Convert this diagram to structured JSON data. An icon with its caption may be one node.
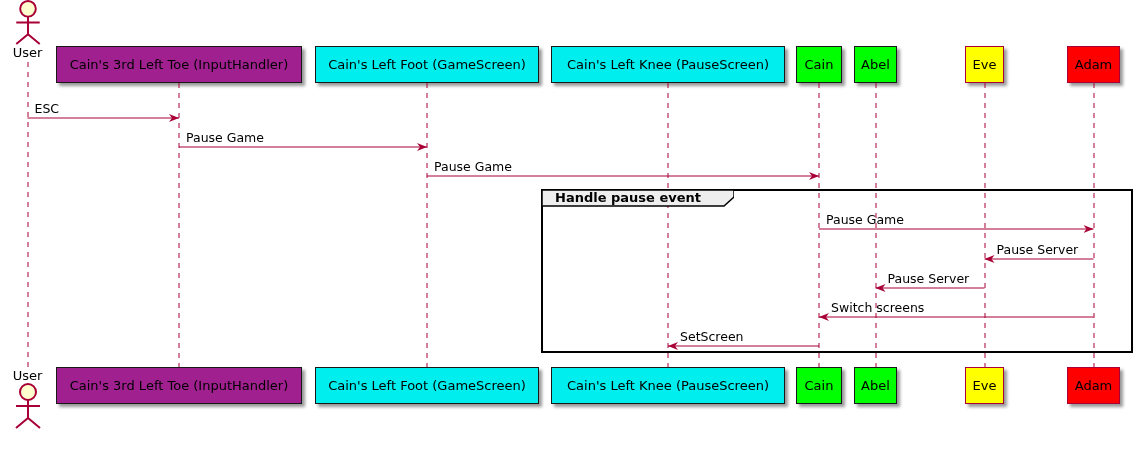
{
  "diagram": {
    "nodes": [
      {
        "text": [
          "User"
        ]
      },
      {
        "text": [
          "Cain's 3rd Left Toe (InputHandler)"
        ]
      },
      {
        "text": [
          "Cain's Left Foot (GameScreen)"
        ]
      },
      {
        "text": [
          "Cain's Left Knee (PauseScreen)"
        ]
      },
      {
        "text": [
          "Cain"
        ]
      },
      {
        "text": [
          "Abel"
        ]
      },
      {
        "text": [
          "Eve"
        ]
      },
      {
        "text": [
          "Adam"
        ]
      },
      {
        "text": [
          "Handle pause event"
        ]
      },
      {
        "text": [
          "User"
        ]
      },
      {
        "text": [
          "Cain's 3rd Left Toe (InputHandler)"
        ]
      },
      {
        "text": [
          "Cain's Left Foot (GameScreen)"
        ]
      },
      {
        "text": [
          "Cain's Left Knee (PauseScreen)"
        ]
      },
      {
        "text": [
          "Cain"
        ]
      },
      {
        "text": [
          "Abel"
        ]
      },
      {
        "text": [
          "Eve"
        ]
      },
      {
        "text": [
          "Adam"
        ]
      },
      {
        "text": [],
        "shape": "line"
      },
      {
        "text": [],
        "shape": "line"
      },
      {
        "text": [],
        "shape": "line"
      },
      {
        "text": [],
        "shape": "line"
      },
      {
        "text": [],
        "shape": "line"
      },
      {
        "text": [],
        "shape": "line"
      },
      {
        "text": [],
        "shape": "line"
      },
      {
        "text": [],
        "shape": "line"
      }
    ],
    "edges": [
      {
        "from": 17,
        "to": 18,
        "arrow": "to",
        "label": "ESC"
      },
      {
        "from": 18,
        "to": 19,
        "arrow": "to",
        "label": "Pause Game"
      },
      {
        "from": 19,
        "to": 21,
        "arrow": "to",
        "label": "Pause Game"
      },
      {
        "from": 21,
        "to": 24,
        "arrow": "to",
        "label": "Pause Game"
      },
      {
        "from": 24,
        "to": 23,
        "arrow": "to",
        "label": "Pause Server"
      },
      {
        "from": 23,
        "to": 22,
        "arrow": "to",
        "label": "Pause Server"
      },
      {
        "from": 24,
        "to": 21,
        "arrow": "to",
        "label": "Switch screens"
      },
      {
        "from": 21,
        "to": 20,
        "arrow": "to",
        "label": "SetScreen"
      }
    ]
  }
}
